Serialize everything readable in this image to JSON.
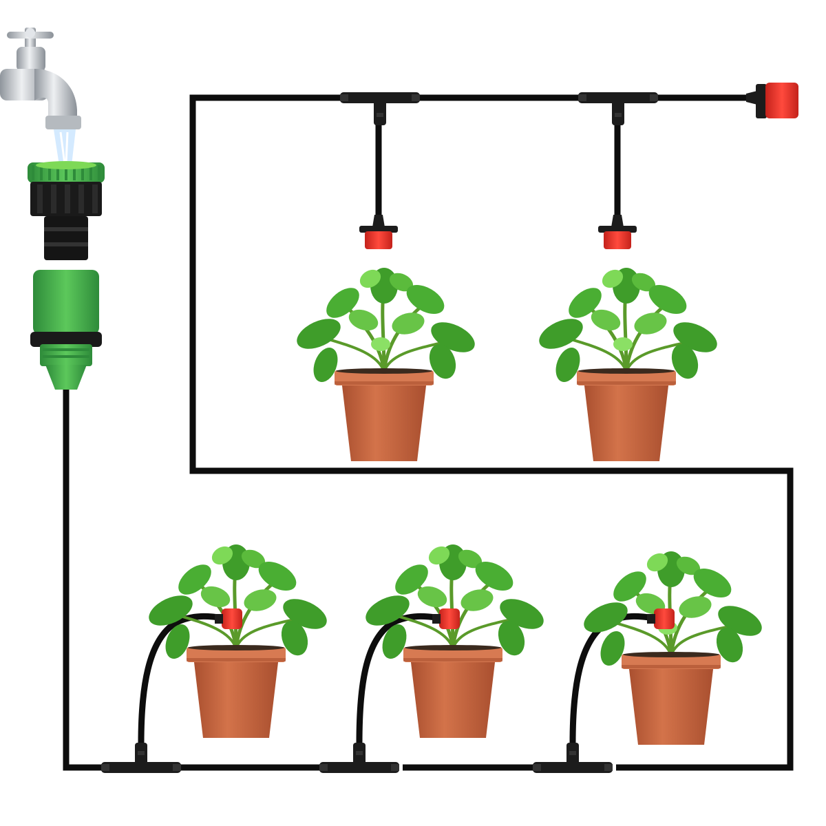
{
  "colors": {
    "background": "#ffffff",
    "tubing": "#0d0d0d",
    "connector": "#1c1c1c",
    "dripper_red": "#e8332a",
    "adapter_green": "#3fae49",
    "adapter_light_green": "#6fd35a",
    "pot_terracotta": "#c8643e",
    "pot_rim": "#d77a52",
    "pot_shadow": "#a94f2f",
    "leaf_green": "#3f9d2a",
    "leaf_light": "#7ed957",
    "faucet_chrome": "#c9ccd1",
    "water": "#cfe8ff"
  },
  "icons": {
    "faucet": "faucet-icon",
    "tap_adapter": "tap-adapter-icon",
    "quick_connector": "quick-connector-icon",
    "tee_connector": "tee-connector-icon",
    "dripper": "dripper-icon",
    "end_dripper": "end-dripper-icon",
    "plant_pot": "basil-pot-icon"
  },
  "diagram": {
    "upper_plants": 2,
    "lower_plants": 3,
    "upper_tees": 2,
    "lower_tees": 3
  }
}
